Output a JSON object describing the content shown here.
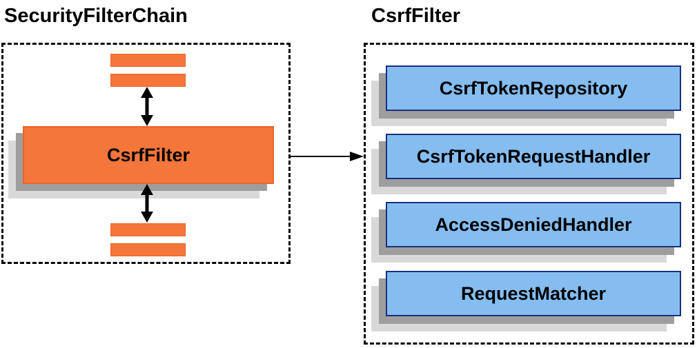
{
  "left": {
    "title": "SecurityFilterChain",
    "filter_label": "CsrfFilter"
  },
  "right": {
    "title": "CsrfFilter",
    "components": [
      "CsrfTokenRepository",
      "CsrfTokenRequestHandler",
      "AccessDeniedHandler",
      "RequestMatcher"
    ]
  },
  "icons": {
    "top_connector": "double-headed-vertical-arrow",
    "bottom_connector": "double-headed-vertical-arrow",
    "flow_connector": "right-arrow"
  },
  "colors": {
    "orange_fill": "#F4763B",
    "orange_border": "#E8652A",
    "blue_fill": "#85BDF0",
    "blue_border": "#1A2F7D",
    "shadow_dark": "#9E9E9E",
    "shadow_light": "#D9D9D9",
    "arrow_color": "#000000",
    "text_color": "#000000"
  }
}
